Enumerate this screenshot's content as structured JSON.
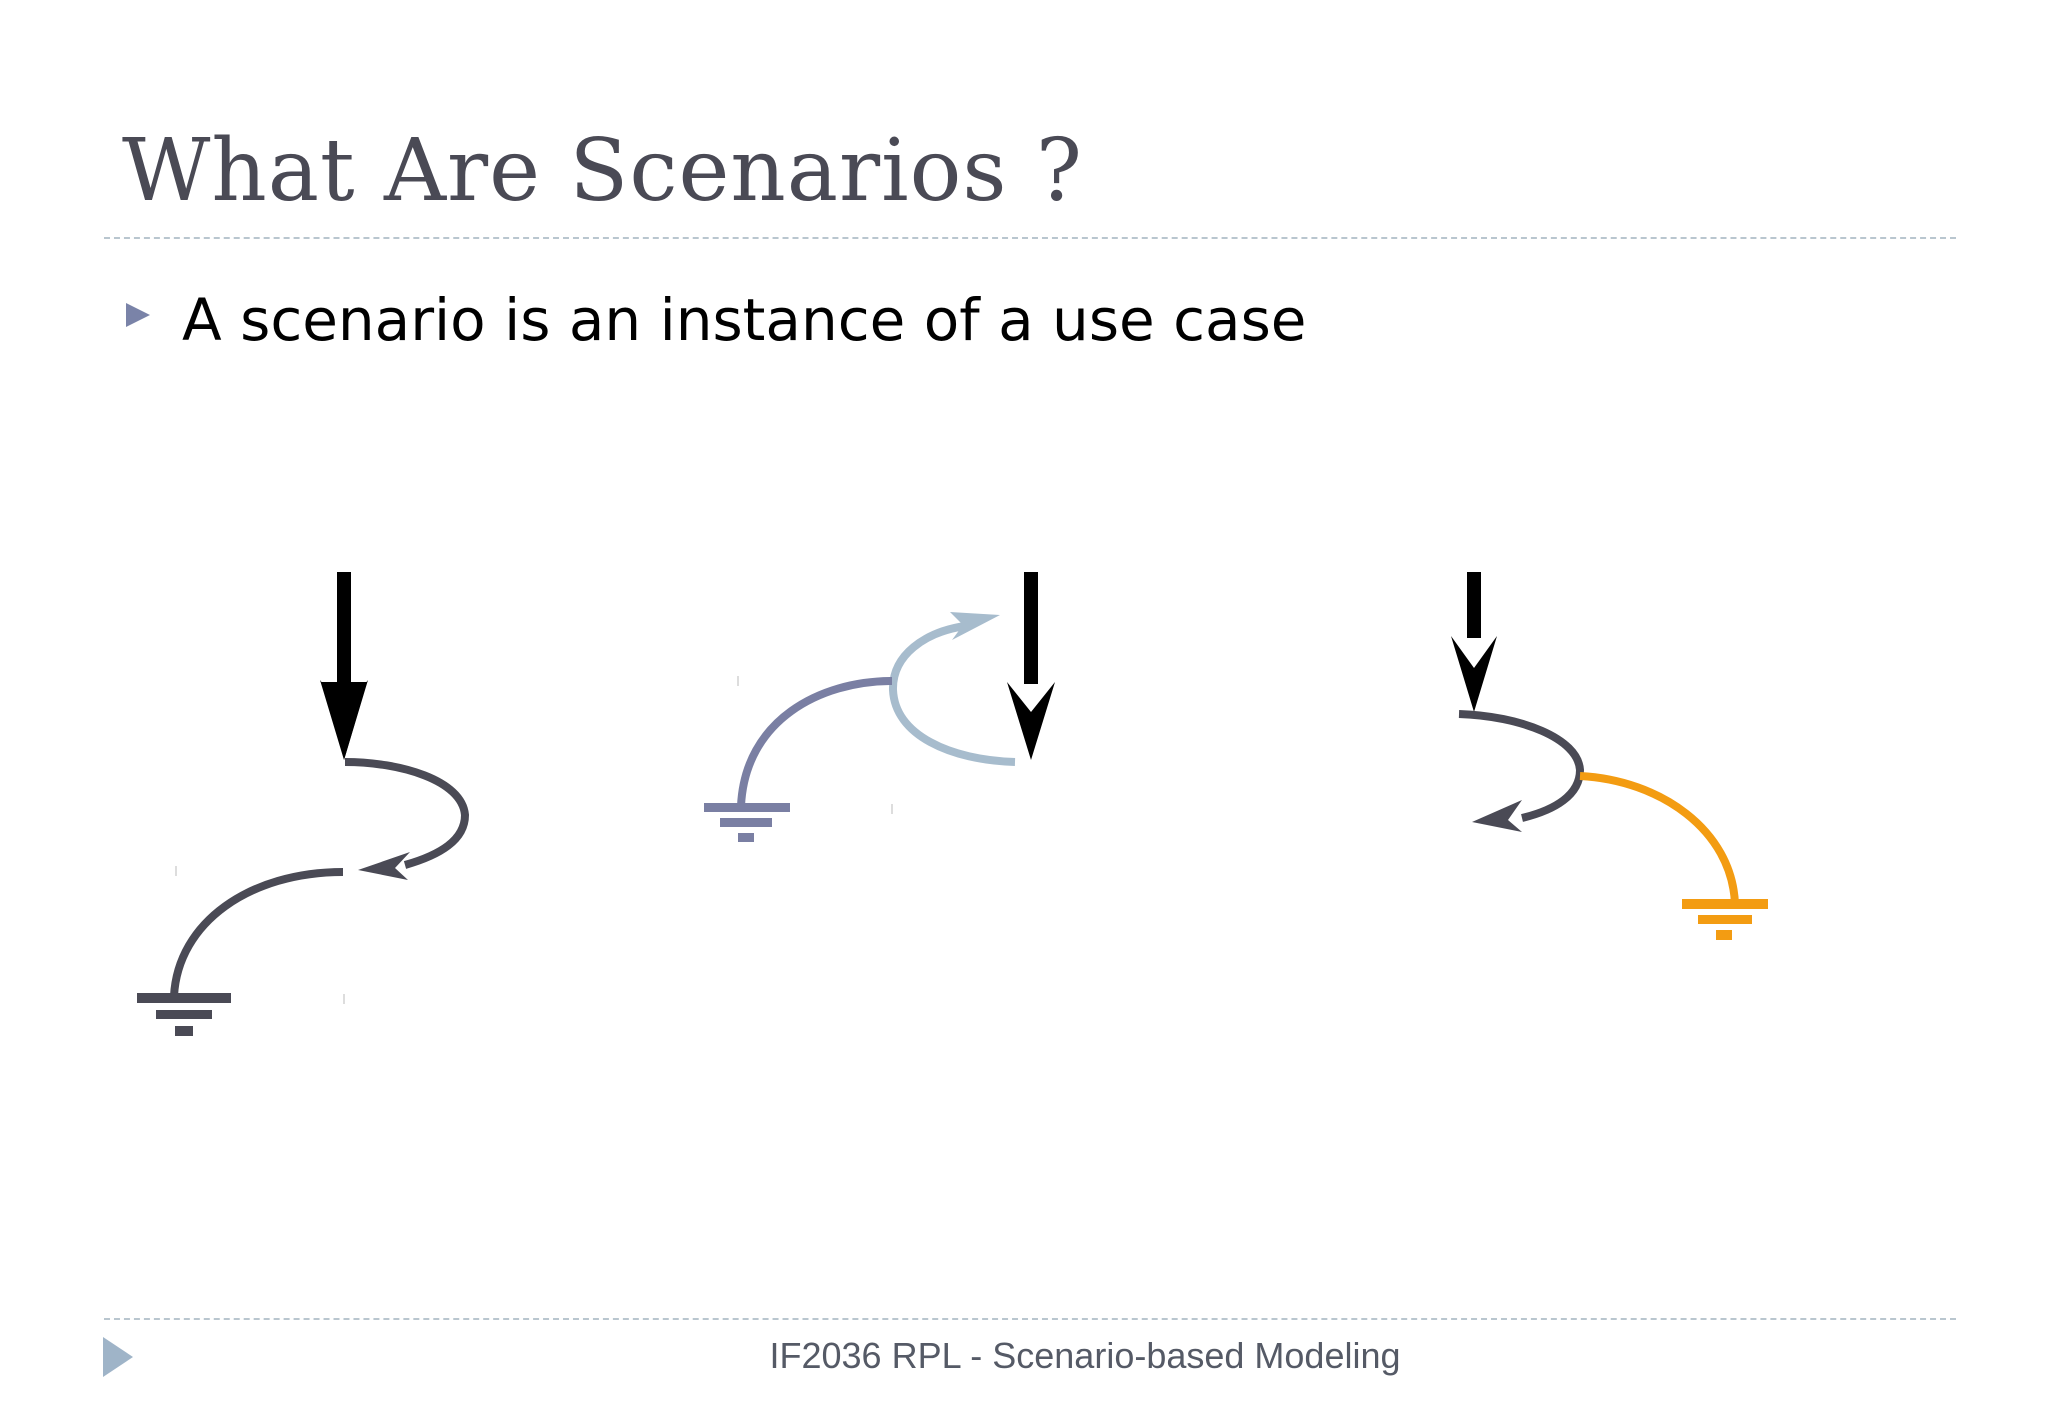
{
  "slide": {
    "title": "What Are Scenarios ?",
    "bullets": [
      {
        "text": "A scenario is an instance of a use case"
      }
    ],
    "footer": "IF2036 RPL - Scenario-based Modeling"
  },
  "diagram": {
    "scenarios": [
      {
        "id": "scenario-1",
        "colors": [
          "#4a4a55"
        ]
      },
      {
        "id": "scenario-2",
        "colors": [
          "#7a7fa3",
          "#a7bccd"
        ]
      },
      {
        "id": "scenario-3",
        "colors": [
          "#4a4a55",
          "#f39c12"
        ]
      }
    ],
    "start_arrow_color": "#000000"
  }
}
